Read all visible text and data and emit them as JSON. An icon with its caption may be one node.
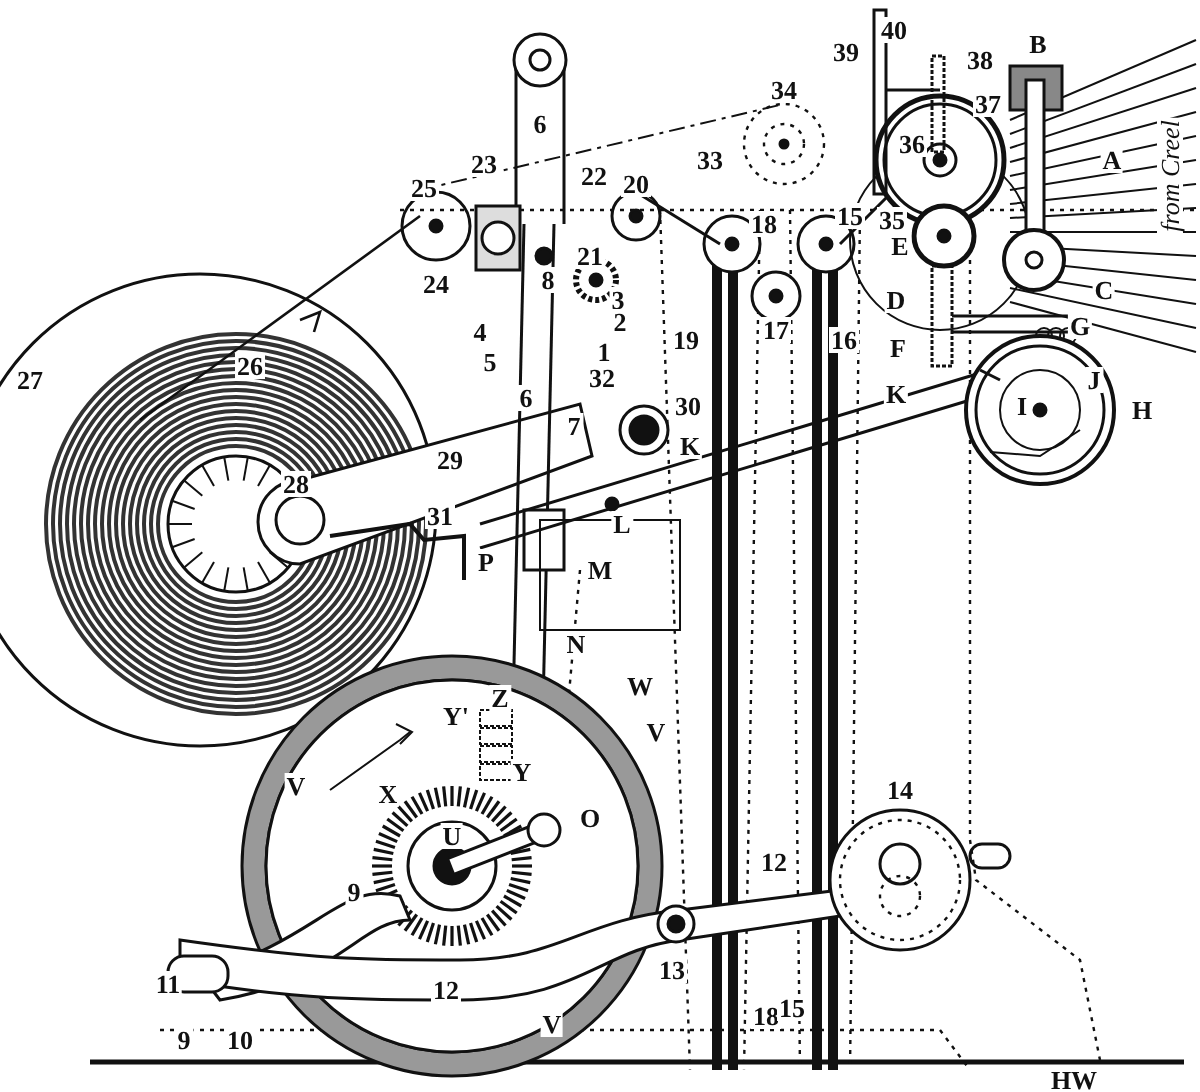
{
  "diagram": {
    "labels": [
      "40",
      "39",
      "38",
      "B",
      "34",
      "37",
      "6",
      "36",
      "A",
      "from Creel",
      "33",
      "23",
      "22",
      "25",
      "20",
      "18",
      "15",
      "35",
      "E",
      "21",
      "8",
      "24",
      "C",
      "3",
      "D",
      "2",
      "17",
      "G",
      "4",
      "19",
      "16",
      "F",
      "1",
      "5",
      "26",
      "27",
      "32",
      "J",
      "6",
      "K",
      "30",
      "I",
      "H",
      "7",
      "K",
      "29",
      "28",
      "31",
      "L",
      "P",
      "M",
      "N",
      "W",
      "Z",
      "Y'",
      "V",
      "Y",
      "14",
      "V",
      "X",
      "O",
      "U",
      "9",
      "12",
      "13",
      "11",
      "12",
      "V",
      "18",
      "15",
      "9",
      "10",
      "HW"
    ]
  }
}
